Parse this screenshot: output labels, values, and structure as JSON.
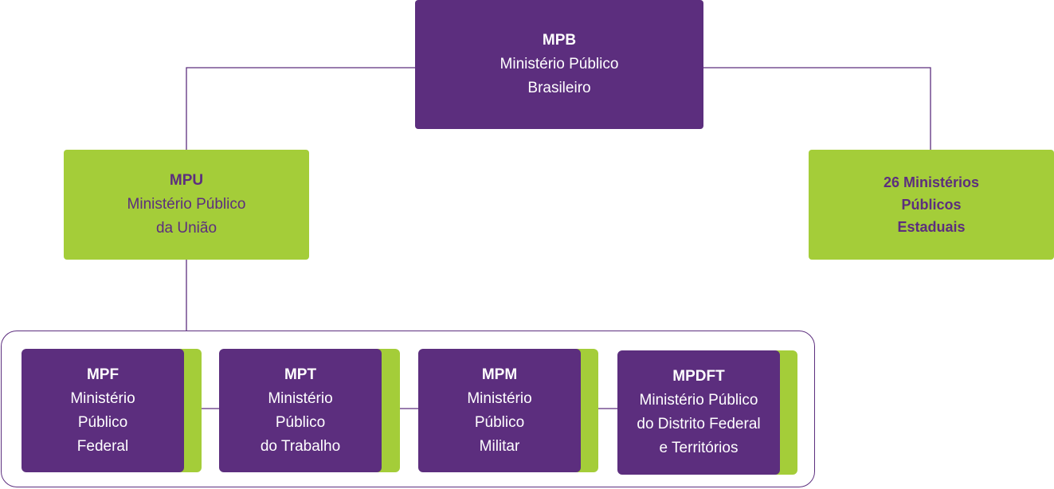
{
  "colors": {
    "purple": "#5c2e7e",
    "green": "#a4cd39",
    "white": "#ffffff"
  },
  "root": {
    "abbr": "MPB",
    "line1": "Ministério Público",
    "line2": "Brasileiro"
  },
  "mpu": {
    "abbr": "MPU",
    "line1": "Ministério Público",
    "line2": "da União"
  },
  "estaduais": {
    "line1": "26 Ministérios",
    "line2": "Públicos",
    "line3": "Estaduais"
  },
  "branches": [
    {
      "abbr": "MPF",
      "line1": "Ministério",
      "line2": "Público",
      "line3": "Federal"
    },
    {
      "abbr": "MPT",
      "line1": "Ministério",
      "line2": "Público",
      "line3": "do Trabalho"
    },
    {
      "abbr": "MPM",
      "line1": "Ministério",
      "line2": "Público",
      "line3": "Militar"
    },
    {
      "abbr": "MPDFT",
      "line1": "Ministério Público",
      "line2": "do Distrito Federal",
      "line3": "e Territórios"
    }
  ]
}
